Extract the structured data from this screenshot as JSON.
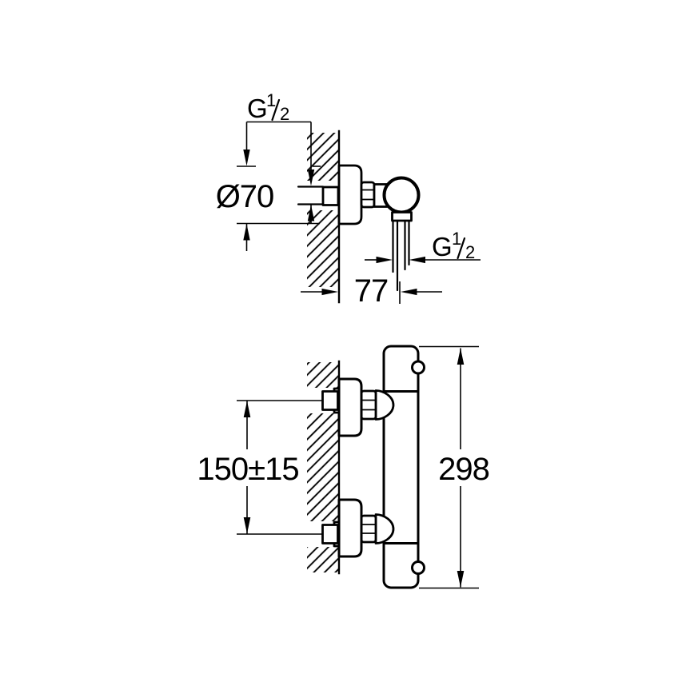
{
  "meta": {
    "background_color": "#ffffff",
    "line_color": "#000000",
    "drawing_type": "thermostatic shower mixer installation dimensions"
  },
  "side_view": {
    "inlet_thread_label": {
      "prefix": "G",
      "numerator": "1",
      "denominator": "2"
    },
    "flange_diameter_label": "Ø70",
    "outlet_thread_label": {
      "prefix": "G",
      "numerator": "1",
      "denominator": "2"
    },
    "wall_to_outlet_label": "77"
  },
  "front_view": {
    "inlet_center_distance_label": "150±15",
    "body_height_label": "298"
  }
}
